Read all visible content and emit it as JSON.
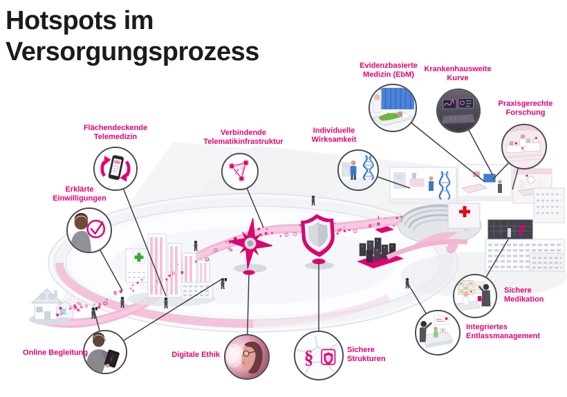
{
  "title": {
    "text": "Hotspots im Versorgungsprozess",
    "lines": [
      "Hotspots im",
      "Versorgungsprozess"
    ]
  },
  "colors": {
    "accent_magenta": "#e20074",
    "title_text": "#1b1b1b",
    "connector_line": "#3e3e40",
    "road_pink": "#f1b9d6",
    "green_cross": "#3aaa35",
    "red_cross": "#e30613",
    "dna_blue": "#2f6fc1"
  },
  "hotspots": {
    "telemedizin": {
      "label": "Flächendeckende Telemedizin",
      "lines": [
        "Flächendeckende",
        "Telemedizin"
      ],
      "icon": "smartphone-sync-icon"
    },
    "einwilligungen": {
      "label": "Erklärte Einwilligungen",
      "lines": [
        "Erklärte",
        "Einwilligungen"
      ],
      "icon": "person-checkmark-icon"
    },
    "telematik": {
      "label": "Verbindende Telematikinfrastruktur",
      "lines": [
        "Verbindende",
        "Telematikinfrastruktur"
      ],
      "icon": "network-triangle-icon"
    },
    "wirksamkeit": {
      "label": "Individuelle Wirksamkeit",
      "lines": [
        "Individuelle",
        "Wirksamkeit"
      ],
      "icon": "dna-lab-icon"
    },
    "ebm": {
      "label": "Evidenzbasierte Medizin (EbM)",
      "lines": [
        "Evidenzbasierte",
        "Medizin (EbM)"
      ],
      "icon": "hospital-bed-icon"
    },
    "kurve": {
      "label": "Krankenhausweite Kurve",
      "lines": [
        "Krankenhausweite",
        "Kurve"
      ],
      "icon": "monitor-room-icon"
    },
    "forschung": {
      "label": "Praxisgerechte Forschung",
      "lines": [
        "Praxisgerechte",
        "Forschung"
      ],
      "icon": "research-lab-icon"
    },
    "medikation": {
      "label": "Sichere Medikation",
      "lines": [
        "Sichere",
        "Medikation"
      ],
      "icon": "pharmacy-icon"
    },
    "entlassmanagement": {
      "label": "Integriertes Entlassmanagement",
      "lines": [
        "Integriertes",
        "Entlassmanagement"
      ],
      "icon": "discharge-desk-icon"
    },
    "strukturen": {
      "label": "Sichere Strukturen",
      "lines": [
        "Sichere",
        "Strukturen"
      ],
      "icon": "paragraph-shield-icon"
    },
    "ethik": {
      "label": "Digitale Ethik",
      "lines": [
        "Digitale Ethik"
      ],
      "icon": "face-profile-icon"
    },
    "begleitung": {
      "label": "Online Begleitung",
      "lines": [
        "Online Begleitung"
      ],
      "icon": "tablet-person-icon"
    }
  },
  "icons": {
    "paragraph_sign": "§",
    "tablet_info_glyph": "i"
  }
}
